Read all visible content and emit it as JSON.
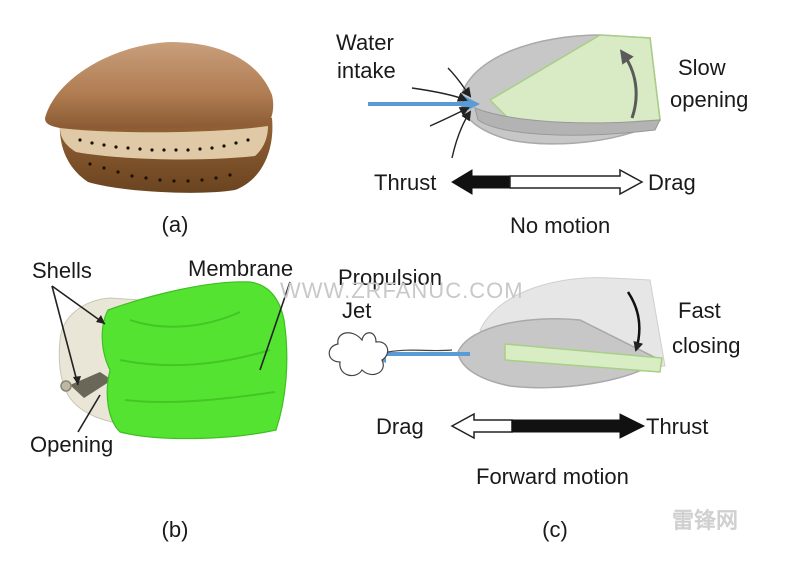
{
  "panel_a": {
    "caption": "(a)"
  },
  "panel_b": {
    "caption": "(b)",
    "label_shells": "Shells",
    "label_membrane": "Membrane",
    "label_opening": "Opening"
  },
  "panel_c_top": {
    "label_water": "Water",
    "label_intake": "intake",
    "label_slow": "Slow",
    "label_opening": "opening",
    "label_thrust": "Thrust",
    "label_drag": "Drag",
    "label_motion": "No motion"
  },
  "panel_c_bottom": {
    "caption": "(c)",
    "label_propulsion": "Propulsion",
    "label_jet": "Jet",
    "label_fast": "Fast",
    "label_closing": "closing",
    "label_drag": "Drag",
    "label_thrust": "Thrust",
    "label_motion": "Forward motion"
  },
  "watermark": "WWW.ZRFANUC.COM",
  "logo_text": "雷锋网",
  "colors": {
    "shell_gray": "#c7c7c7",
    "membrane_green": "#d9edc5",
    "arrow_blue": "#5b9bd5",
    "bright_green": "#55e332"
  }
}
